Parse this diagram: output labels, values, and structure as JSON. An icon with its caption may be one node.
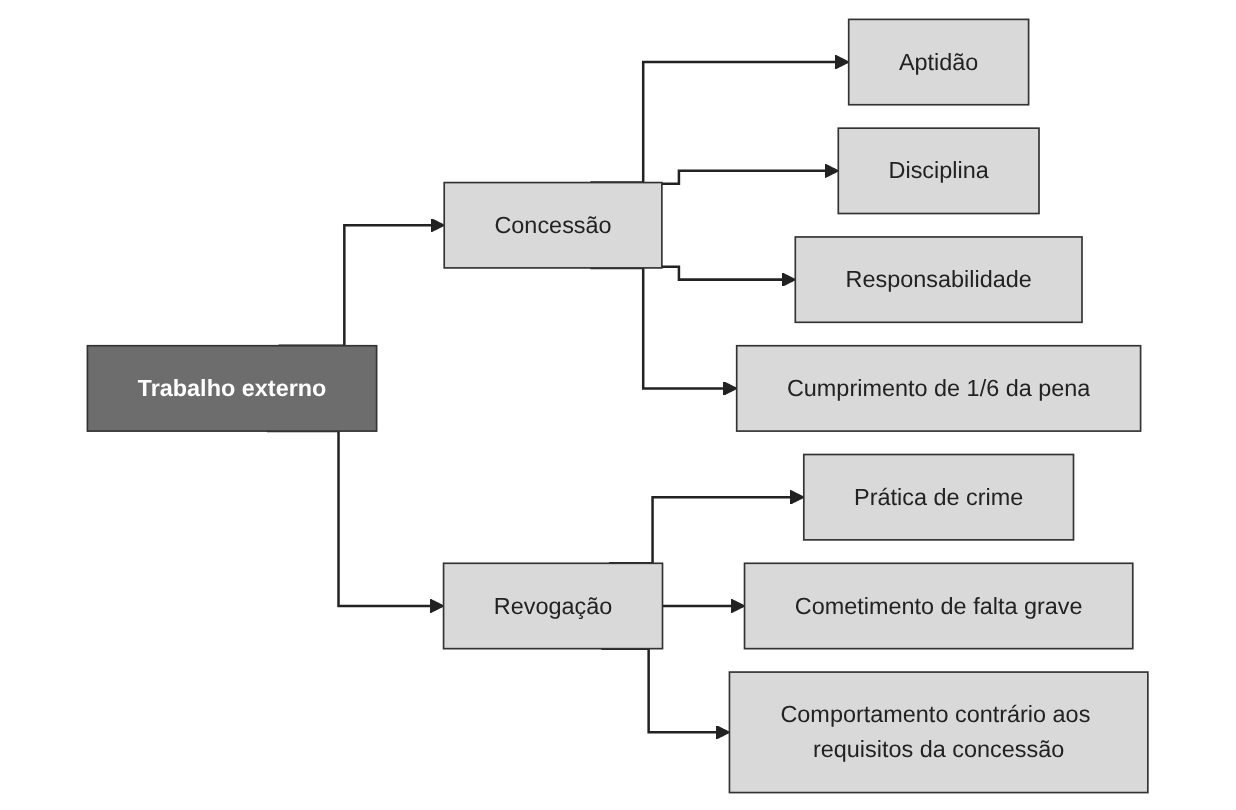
{
  "diagram": {
    "nodes": [
      {
        "text": [
          "Trabalho externo"
        ]
      },
      {
        "text": [
          "Concessão"
        ]
      },
      {
        "text": [
          "Revogação"
        ]
      },
      {
        "text": [
          "Aptidão"
        ]
      },
      {
        "text": [
          "Disciplina"
        ]
      },
      {
        "text": [
          "Responsabilidade"
        ]
      },
      {
        "text": [
          "Cumprimento de 1/6 da pena"
        ]
      },
      {
        "text": [
          "Prática de crime"
        ]
      },
      {
        "text": [
          "Cometimento de falta grave"
        ]
      },
      {
        "text": [
          "Comportamento contrário aos requisitos da concessão"
        ]
      }
    ],
    "edges": [
      {
        "from": 0,
        "to": 1,
        "arrow": "to"
      },
      {
        "from": 0,
        "to": 2,
        "arrow": "to"
      },
      {
        "from": 1,
        "to": 3,
        "arrow": "to"
      },
      {
        "from": 1,
        "to": 4,
        "arrow": "to"
      },
      {
        "from": 1,
        "to": 5,
        "arrow": "to"
      },
      {
        "from": 1,
        "to": 6,
        "arrow": "to"
      },
      {
        "from": 2,
        "to": 7,
        "arrow": "to"
      },
      {
        "from": 2,
        "to": 8,
        "arrow": "to"
      },
      {
        "from": 2,
        "to": 9,
        "arrow": "to"
      }
    ]
  }
}
